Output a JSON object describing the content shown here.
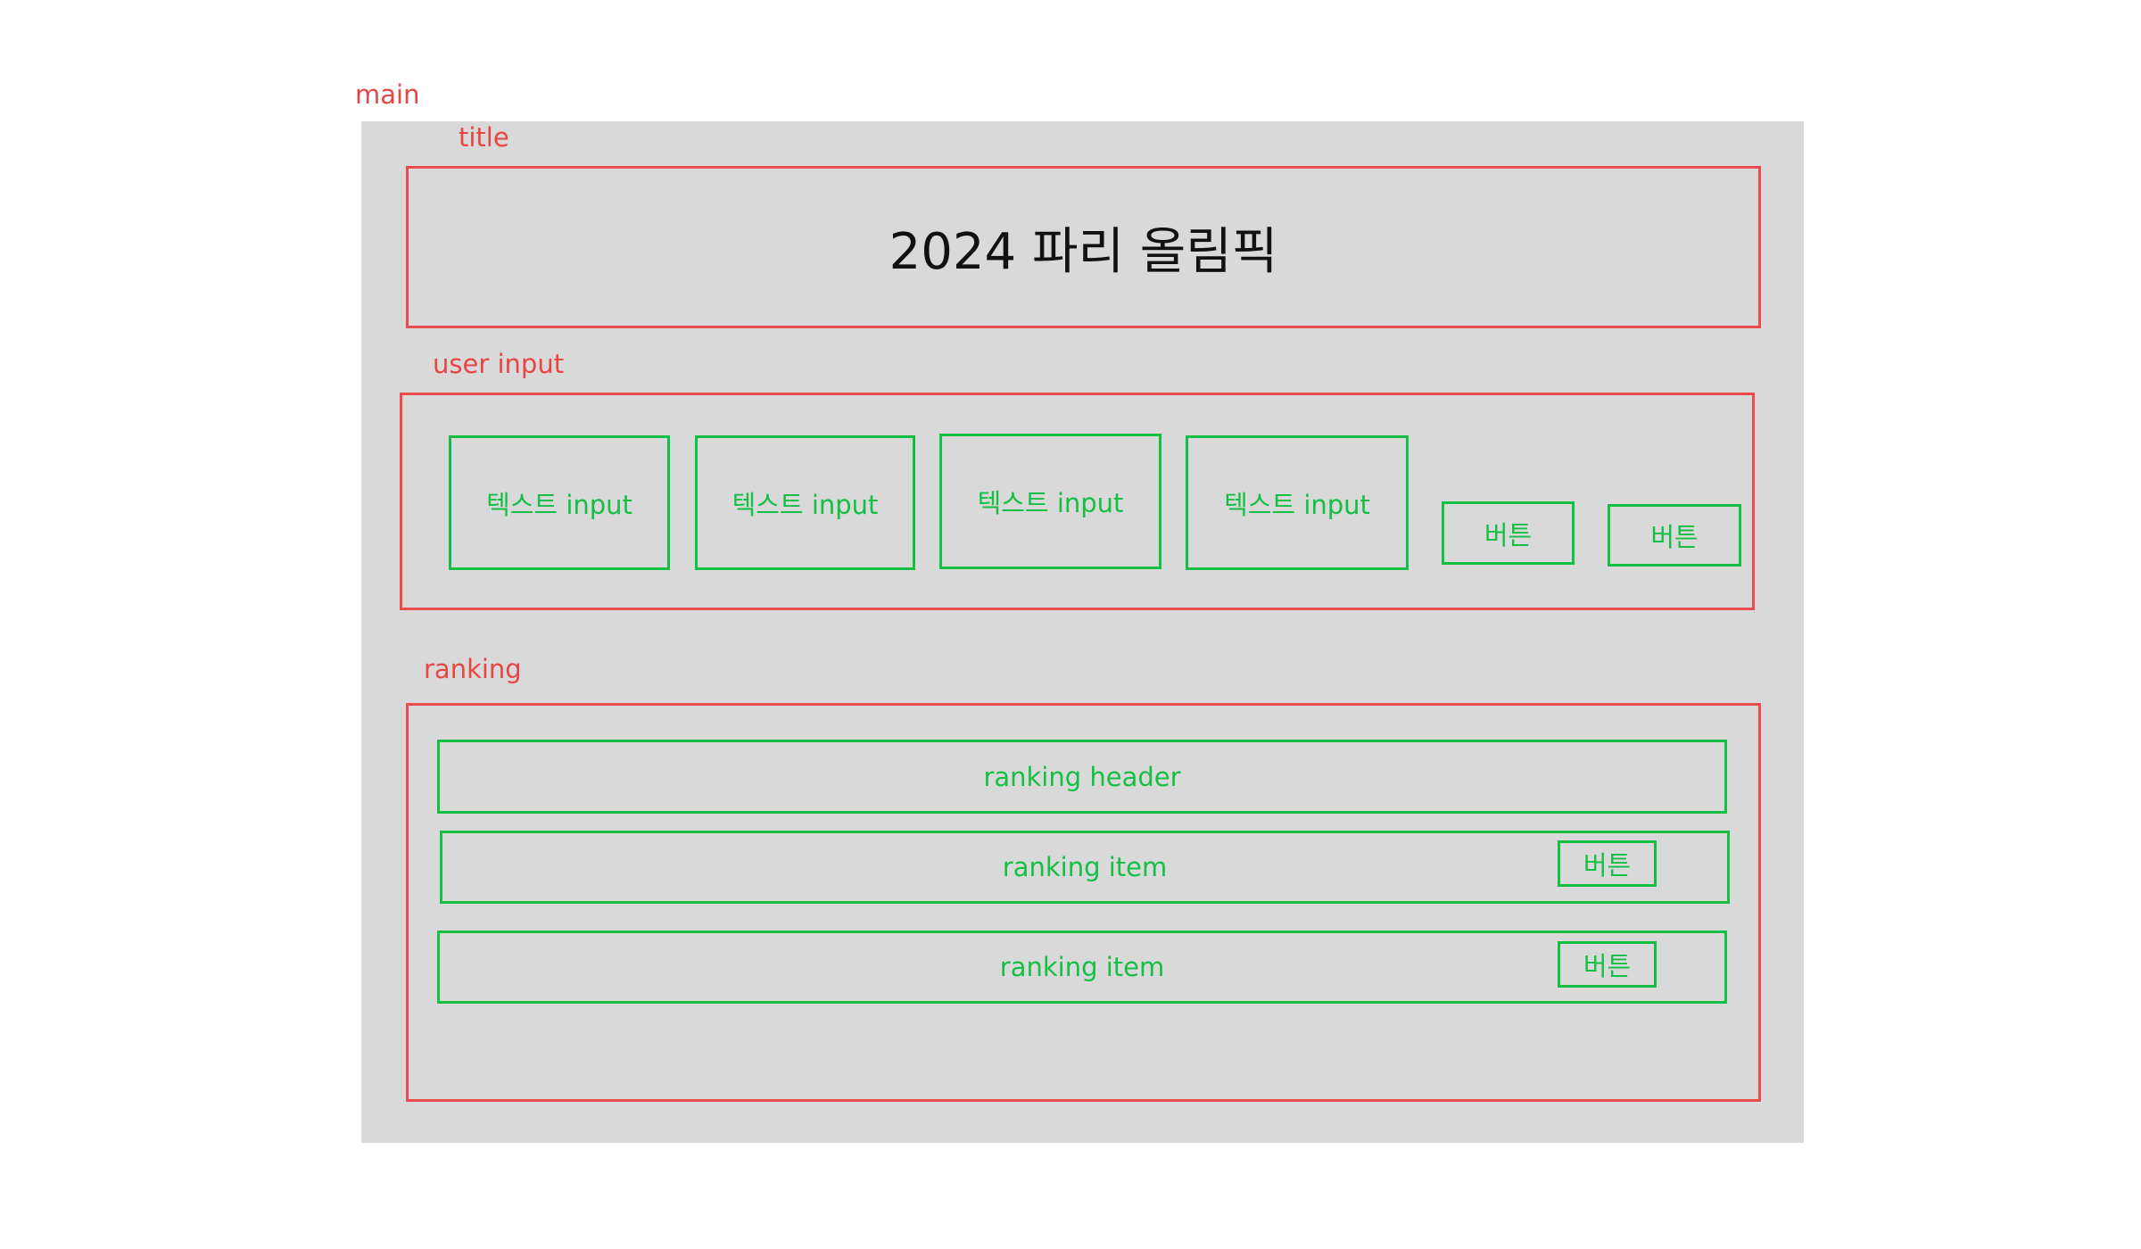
{
  "labels": {
    "main": "main",
    "title": "title",
    "user_input": "user input",
    "ranking": "ranking"
  },
  "title_section": {
    "heading": "2024 파리 올림픽"
  },
  "user_input": {
    "inputs": [
      "텍스트 input",
      "텍스트 input",
      "텍스트 input",
      "텍스트 input"
    ],
    "buttons": [
      "버튼",
      "버튼"
    ]
  },
  "ranking": {
    "header": "ranking header",
    "items": [
      {
        "label": "ranking item",
        "button": "버튼"
      },
      {
        "label": "ranking item",
        "button": "버튼"
      }
    ]
  },
  "colors": {
    "section_border": "#ee4c4c",
    "element_border": "#14c044",
    "main_background": "#d9d9d9"
  }
}
